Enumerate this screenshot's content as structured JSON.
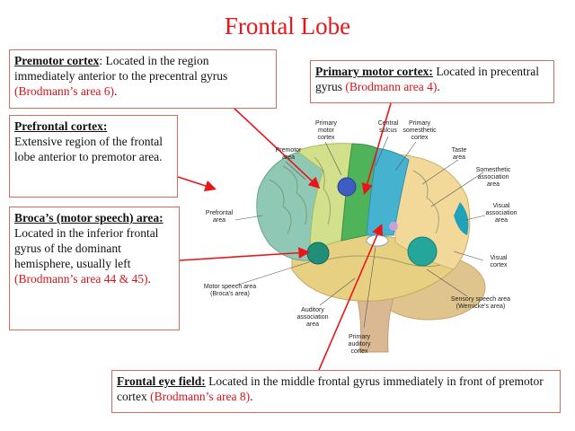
{
  "title": "Frontal Lobe",
  "boxes": {
    "premotor": {
      "head": "Premotor cortex",
      "sep": ": ",
      "body": "Located in the region immediately anterior to the precentral gyrus ",
      "ref": "(Brodmann’s area 6)",
      "end": "."
    },
    "primary_motor": {
      "head": "Primary motor cortex:",
      "body": " Located in precentral gyrus ",
      "ref": "(Brodmann area 4)",
      "end": "."
    },
    "prefrontal": {
      "head": "Prefrontal cortex:",
      "body": "Extensive region of the frontal lobe anterior to premotor area."
    },
    "broca": {
      "head": "Broca’s (motor speech) area:",
      "body": " Located in the inferior frontal gyrus of the dominant hemisphere, usually left ",
      "ref": "(Brodmann’s area 44 & 45)",
      "end": "."
    },
    "frontal_eye": {
      "head": "Frontal eye field:",
      "body": " Located in the middle frontal gyrus immediately in front of premotor cortex ",
      "ref": "(Brodmann’s area 8)",
      "end": "."
    }
  },
  "labels": {
    "primary_motor": "Primary motor cortex",
    "central_sulcus": "Central sulcus",
    "primary_somesthetic": "Primary somesthetic cortex",
    "premotor": "Premotor area",
    "taste": "Taste area",
    "somesthetic_assoc": "Somesthetic association area",
    "prefrontal": "Prefrontal area",
    "visual_assoc": "Visual association area",
    "visual_cortex": "Visual cortex",
    "motor_speech": "Motor speech area (Broca's area)",
    "sensory_speech": "Sensory speech area (Wernicke's area)",
    "auditory_assoc": "Auditory association area",
    "primary_auditory": "Primary auditory cortex"
  },
  "colors": {
    "title": "#e8161b",
    "reference": "#d8141b",
    "arrow": "#e8161b",
    "prefrontal": "#8fc8b4",
    "premotor": "#d2e08c",
    "primary_motor": "#4fb35a",
    "somesthetic": "#45b3cf",
    "occipital": "#f2d99a",
    "temporal": "#e7d082"
  }
}
